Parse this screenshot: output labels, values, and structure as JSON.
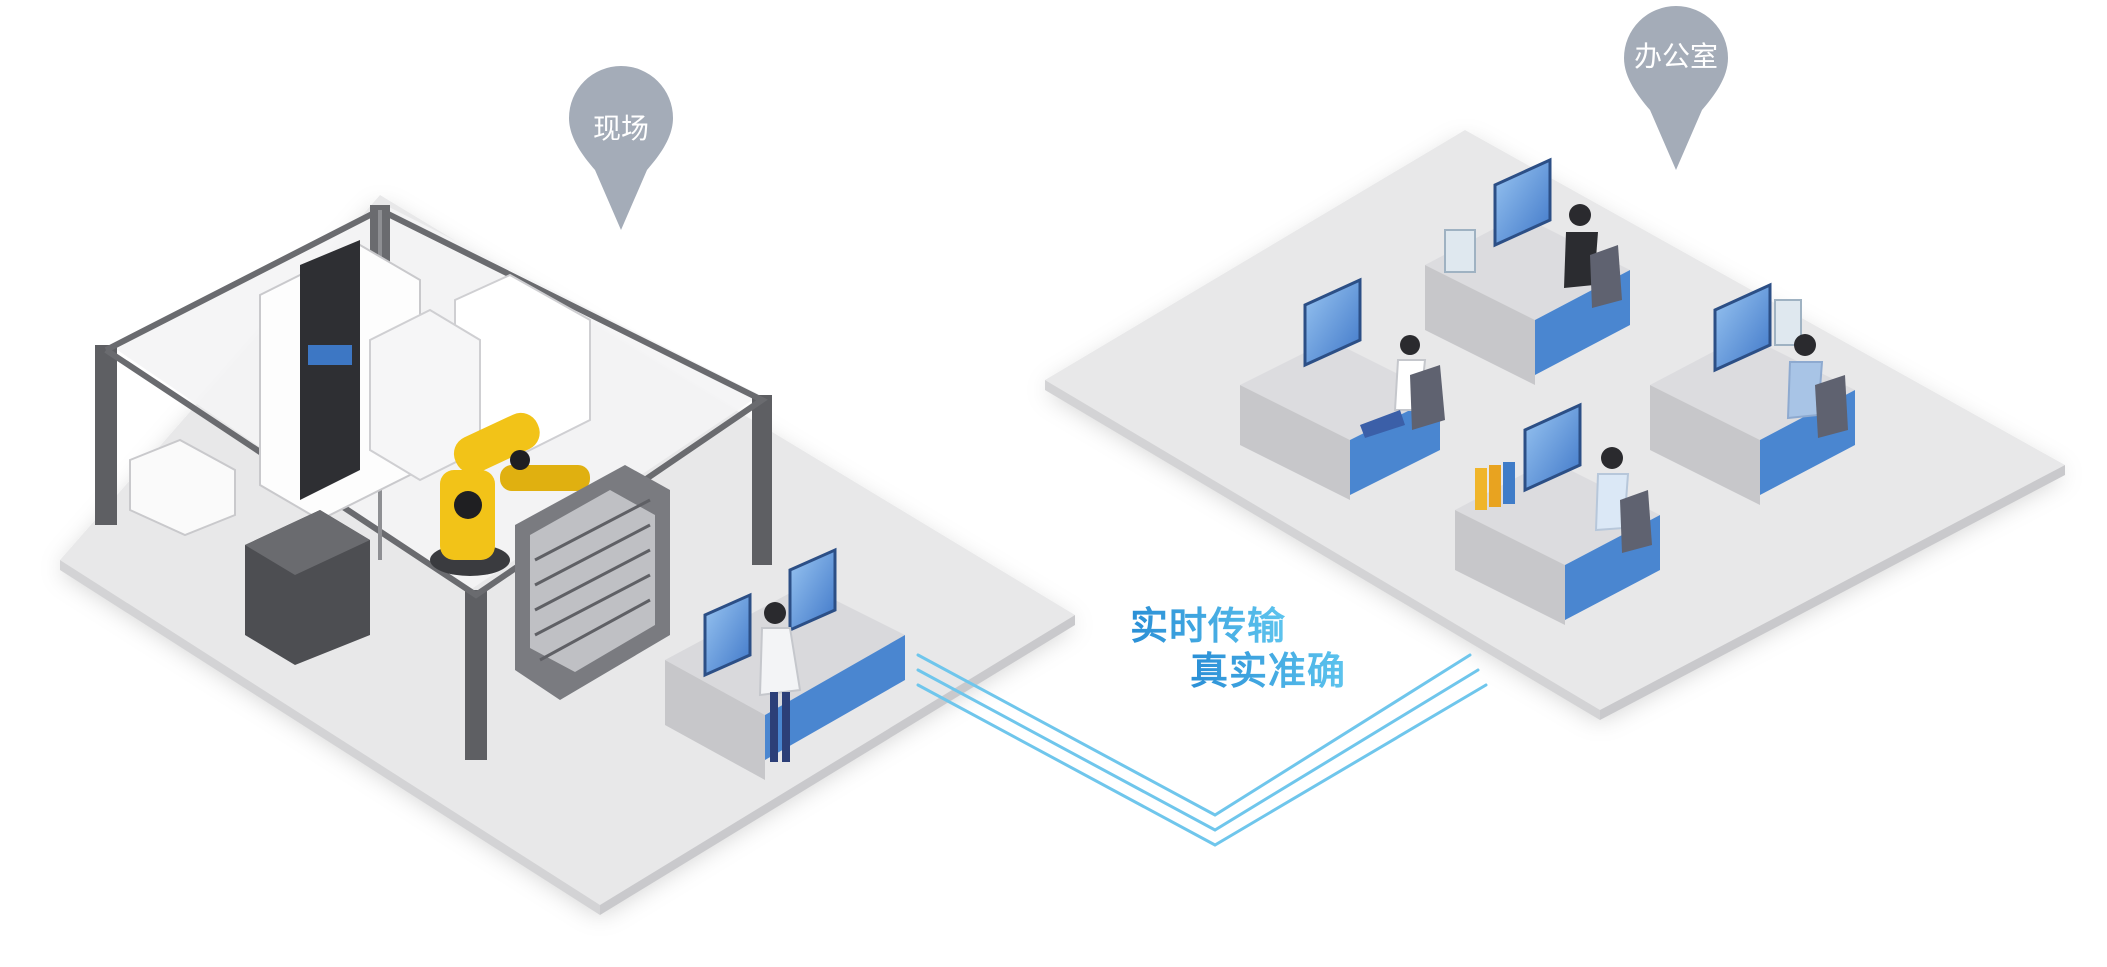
{
  "markers": {
    "site": {
      "label": "现场"
    },
    "office": {
      "label": "办公室"
    }
  },
  "slogan": {
    "line1": "实时传输",
    "line2": "真实准确"
  },
  "colors": {
    "pin": "#a4acb8",
    "floor": "#e9e9ea",
    "desk": "#d6d6d9",
    "desk_accent": "#4a86d0",
    "robot": "#f2c318",
    "signal": "#6fc6ec"
  }
}
